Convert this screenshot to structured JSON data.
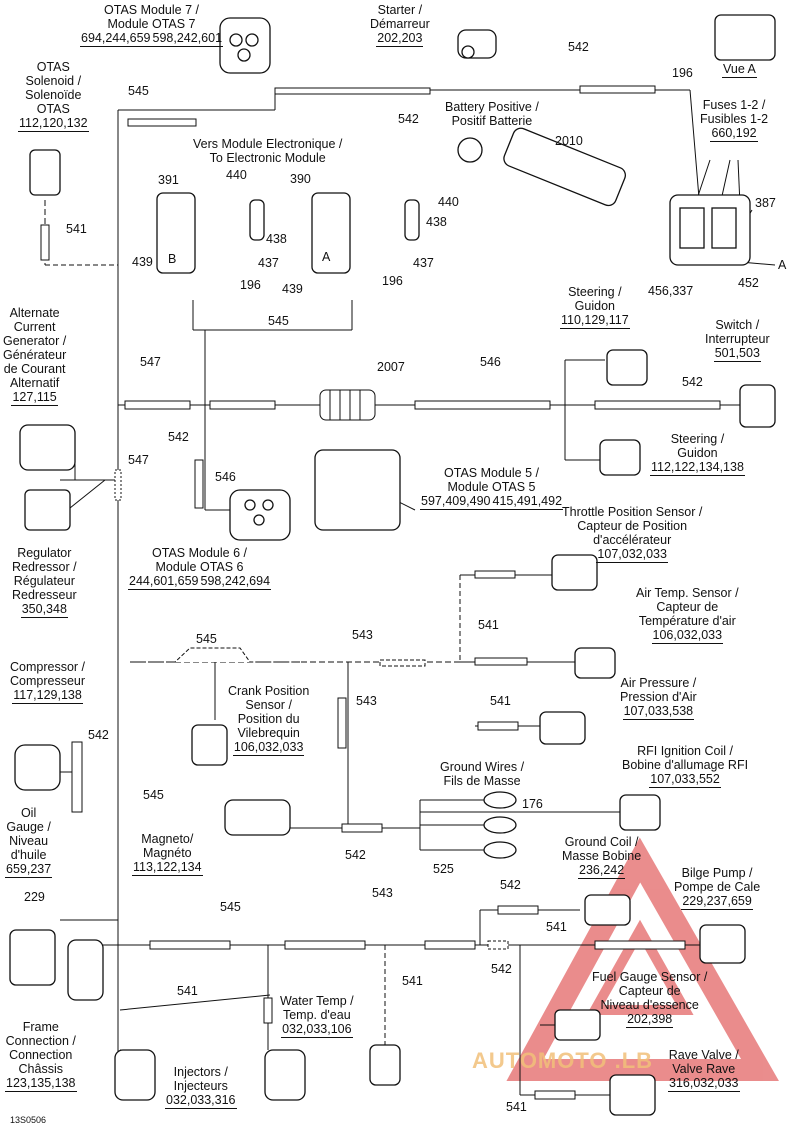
{
  "diagram": {
    "components": [
      {
        "id": "otas7",
        "lines": [
          "OTAS Module 7 /",
          "Module OTAS 7"
        ],
        "wires": [
          "694,244,659",
          "598,242,601"
        ]
      },
      {
        "id": "starter",
        "lines": [
          "Starter /",
          "Démarreur"
        ],
        "wires": [
          "202,203"
        ]
      },
      {
        "id": "vue_a",
        "lines": [
          "Vue A"
        ],
        "wires": []
      },
      {
        "id": "otas_solenoid",
        "lines": [
          "OTAS",
          "Solenoid /",
          "Solenoïde",
          "OTAS"
        ],
        "wires": [
          "112,120,132"
        ]
      },
      {
        "id": "battery_pos",
        "lines": [
          "Battery Positive /",
          "Positif Batterie"
        ],
        "wires": []
      },
      {
        "id": "fuses",
        "lines": [
          "Fuses 1-2 /",
          "Fusibles 1-2"
        ],
        "wires": [
          "660,192"
        ]
      },
      {
        "id": "electronic_module",
        "lines": [
          "Vers Module Electronique /",
          "To Electronic Module"
        ],
        "wires": []
      },
      {
        "id": "steering_top",
        "lines": [
          "Steering /",
          "Guidon"
        ],
        "wires": [
          "110,129,117"
        ]
      },
      {
        "id": "switch",
        "lines": [
          "Switch /",
          "Interrupteur"
        ],
        "wires": [
          "501,503"
        ]
      },
      {
        "id": "alternator",
        "lines": [
          "Alternate",
          "Current",
          "Generator /",
          "Générateur",
          "de Courant",
          "Alternatif"
        ],
        "wires": [
          "127,115"
        ]
      },
      {
        "id": "steering_bottom",
        "lines": [
          "Steering /",
          "Guidon"
        ],
        "wires": [
          "112,122,134,138"
        ]
      },
      {
        "id": "otas5",
        "lines": [
          "OTAS Module 5 /",
          "Module OTAS 5"
        ],
        "wires": [
          "597,409,490",
          "415,491,492"
        ]
      },
      {
        "id": "throttle",
        "lines": [
          "Throttle Position Sensor /",
          "Capteur de Position",
          "d'accélérateur"
        ],
        "wires": [
          "107,032,033"
        ]
      },
      {
        "id": "regulator",
        "lines": [
          "Regulator",
          "Redressor /",
          "Régulateur",
          "Redresseur"
        ],
        "wires": [
          "350,348"
        ]
      },
      {
        "id": "otas6",
        "lines": [
          "OTAS Module 6 /",
          "Module OTAS 6"
        ],
        "wires": [
          "244,601,659",
          "598,242,694"
        ]
      },
      {
        "id": "air_temp",
        "lines": [
          "Air Temp. Sensor /",
          "Capteur de",
          "Température d'air"
        ],
        "wires": [
          "106,032,033"
        ]
      },
      {
        "id": "compressor",
        "lines": [
          "Compressor /",
          "Compresseur"
        ],
        "wires": [
          "117,129,138"
        ]
      },
      {
        "id": "crank",
        "lines": [
          "Crank Position",
          "Sensor /",
          "Position du",
          "Vilebrequin"
        ],
        "wires": [
          "106,032,033"
        ]
      },
      {
        "id": "air_pressure",
        "lines": [
          "Air Pressure /",
          "Pression d'Air"
        ],
        "wires": [
          "107,033,538"
        ]
      },
      {
        "id": "rfi_coil",
        "lines": [
          "RFI Ignition Coil /",
          "Bobine d'allumage RFI"
        ],
        "wires": [
          "107,033,552"
        ]
      },
      {
        "id": "ground_wires",
        "lines": [
          "Ground Wires /",
          "Fils de Masse"
        ],
        "wires": []
      },
      {
        "id": "oil_gauge",
        "lines": [
          "Oil",
          "Gauge /",
          "Niveau",
          "d'huile"
        ],
        "wires": [
          "659,237"
        ]
      },
      {
        "id": "magneto",
        "lines": [
          "Magneto/",
          "Magnéto"
        ],
        "wires": [
          "113,122,134"
        ]
      },
      {
        "id": "ground_coil",
        "lines": [
          "Ground Coil /",
          "Masse Bobine"
        ],
        "wires": [
          "236,242"
        ]
      },
      {
        "id": "bilge",
        "lines": [
          "Bilge Pump /",
          "Pompe de Cale"
        ],
        "wires": [
          "229,237,659"
        ]
      },
      {
        "id": "fuel_gauge",
        "lines": [
          "Fuel Gauge Sensor /",
          "Capteur de",
          "Niveau d'essence"
        ],
        "wires": [
          "202,398"
        ]
      },
      {
        "id": "water_temp",
        "lines": [
          "Water Temp /",
          "Temp. d'eau"
        ],
        "wires": [
          "032,033,106"
        ]
      },
      {
        "id": "frame",
        "lines": [
          "Frame",
          "Connection /",
          "Connection",
          "Châssis"
        ],
        "wires": [
          "123,135,138"
        ]
      },
      {
        "id": "injectors",
        "lines": [
          "Injectors /",
          "Injecteurs"
        ],
        "wires": [
          "032,033,316"
        ]
      },
      {
        "id": "rave_valve",
        "lines": [
          "Rave Valve /",
          "Valve Rave"
        ],
        "wires": [
          "316,032,033"
        ]
      }
    ],
    "harness_refs": {
      "r542a": "542",
      "r542b": "542",
      "r545a": "545",
      "r541a": "541",
      "r545b": "545",
      "r547a": "547",
      "r546": "546",
      "r542c": "542",
      "r547b": "547",
      "r546b": "546",
      "r541b": "541",
      "r545c": "545",
      "r543a": "543",
      "r543b": "543",
      "r541c": "541",
      "r542d": "542",
      "r545d": "545",
      "r542e": "542",
      "r525": "525",
      "r542f": "542",
      "r545e": "545",
      "r543c": "543",
      "r541d": "541",
      "r541e": "541",
      "r542g": "542",
      "r541f": "541",
      "r541g": "541",
      "r542h": "542"
    },
    "callouts": {
      "c196a": "196",
      "c2010": "2010",
      "c387": "387",
      "c452": "452",
      "c456": "456,337",
      "cA": "A",
      "c391": "391",
      "c440a": "440",
      "c390": "390",
      "c440b": "440",
      "c438a": "438",
      "c438b": "438",
      "c439a": "439",
      "c437a": "437",
      "c196b": "196",
      "c439b": "439",
      "c437b": "437",
      "c196c": "196",
      "c2007": "2007",
      "c229": "229",
      "c176": "176",
      "cB": "B",
      "cAm": "A"
    },
    "figure_code": "13S0506",
    "watermark": "AUTOMOTO .LB"
  }
}
